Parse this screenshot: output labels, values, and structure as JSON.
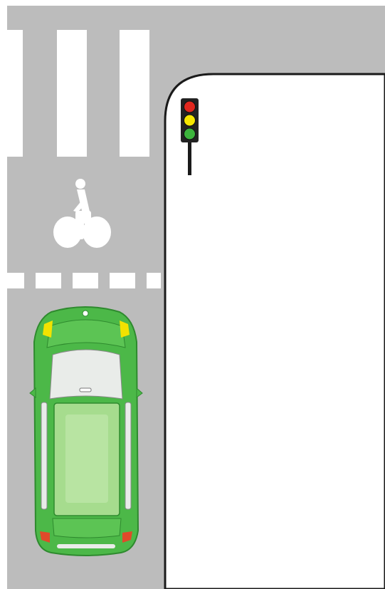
{
  "scene": {
    "description_label": "",
    "colors": {
      "road": "#bcbcbc",
      "sidewalk": "#ffffff",
      "curb": "#1a1a1a",
      "markings": "#ffffff",
      "car_body": "#4cb848",
      "car_body_dark": "#2e8a2e",
      "car_roof": "#a6dc8e",
      "car_windshield": "#e9ece9",
      "car_indicator": "#f2e200",
      "car_taillight": "#e04a2a",
      "light_housing": "#222222",
      "light_red": "#e0271e",
      "light_yellow": "#f5e600",
      "light_green": "#3cb43c"
    },
    "icons": {
      "crosswalk": "pedestrian-crossing-stripes",
      "bicycle": "cyclist-pictogram",
      "stop_line": "dashed-cycle-box-line",
      "car": "green-car-top-view",
      "traffic_light": "traffic-light-red-yellow-green"
    },
    "traffic_light": {
      "active_lamps": [
        "red",
        "yellow",
        "green"
      ]
    }
  }
}
